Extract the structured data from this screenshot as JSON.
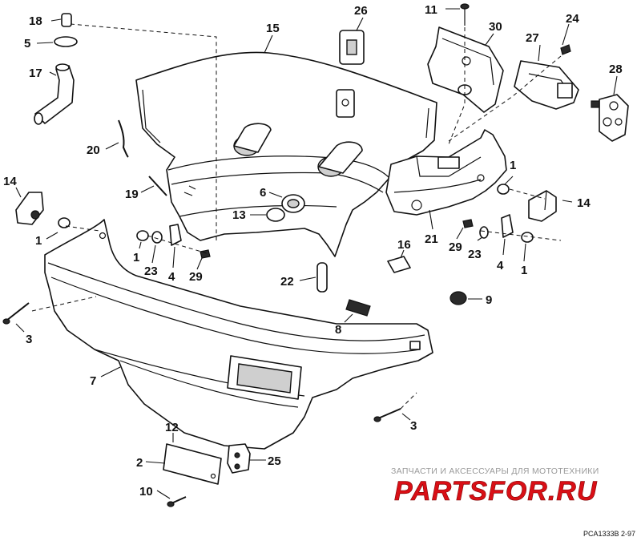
{
  "callouts": [
    {
      "id": "c18",
      "text": "18"
    },
    {
      "id": "c5",
      "text": "5"
    },
    {
      "id": "c17",
      "text": "17"
    },
    {
      "id": "c26",
      "text": "26"
    },
    {
      "id": "c15",
      "text": "15"
    },
    {
      "id": "c11",
      "text": "11"
    },
    {
      "id": "c30",
      "text": "30"
    },
    {
      "id": "c24",
      "text": "24"
    },
    {
      "id": "c27",
      "text": "27"
    },
    {
      "id": "c28",
      "text": "28"
    },
    {
      "id": "c20",
      "text": "20"
    },
    {
      "id": "c19",
      "text": "19"
    },
    {
      "id": "c14a",
      "text": "14"
    },
    {
      "id": "c1a",
      "text": "1"
    },
    {
      "id": "c6",
      "text": "6"
    },
    {
      "id": "c13",
      "text": "13"
    },
    {
      "id": "c1b",
      "text": "1"
    },
    {
      "id": "c23a",
      "text": "23"
    },
    {
      "id": "c4a",
      "text": "4"
    },
    {
      "id": "c29a",
      "text": "29"
    },
    {
      "id": "c16",
      "text": "16"
    },
    {
      "id": "c22",
      "text": "22"
    },
    {
      "id": "c21",
      "text": "21"
    },
    {
      "id": "c29b",
      "text": "29"
    },
    {
      "id": "c23b",
      "text": "23"
    },
    {
      "id": "c4b",
      "text": "4"
    },
    {
      "id": "c1c",
      "text": "1"
    },
    {
      "id": "c1d",
      "text": "1"
    },
    {
      "id": "c14b",
      "text": "14"
    },
    {
      "id": "c9",
      "text": "9"
    },
    {
      "id": "c8",
      "text": "8"
    },
    {
      "id": "c3a",
      "text": "3"
    },
    {
      "id": "c7",
      "text": "7"
    },
    {
      "id": "c3b",
      "text": "3"
    },
    {
      "id": "c12",
      "text": "12"
    },
    {
      "id": "c2",
      "text": "2"
    },
    {
      "id": "c25",
      "text": "25"
    },
    {
      "id": "c10",
      "text": "10"
    }
  ],
  "watermark": {
    "tagline": "ЗАПЧАСТИ И АКСЕССУАРЫ ДЛЯ МОТОТЕХНИКИ",
    "logo": "PARTSFOR.RU",
    "logo_color": "#d90f16"
  },
  "drawing_code": "PCA1333B   2-97",
  "colors": {
    "line": "#111111",
    "background": "#ffffff"
  }
}
